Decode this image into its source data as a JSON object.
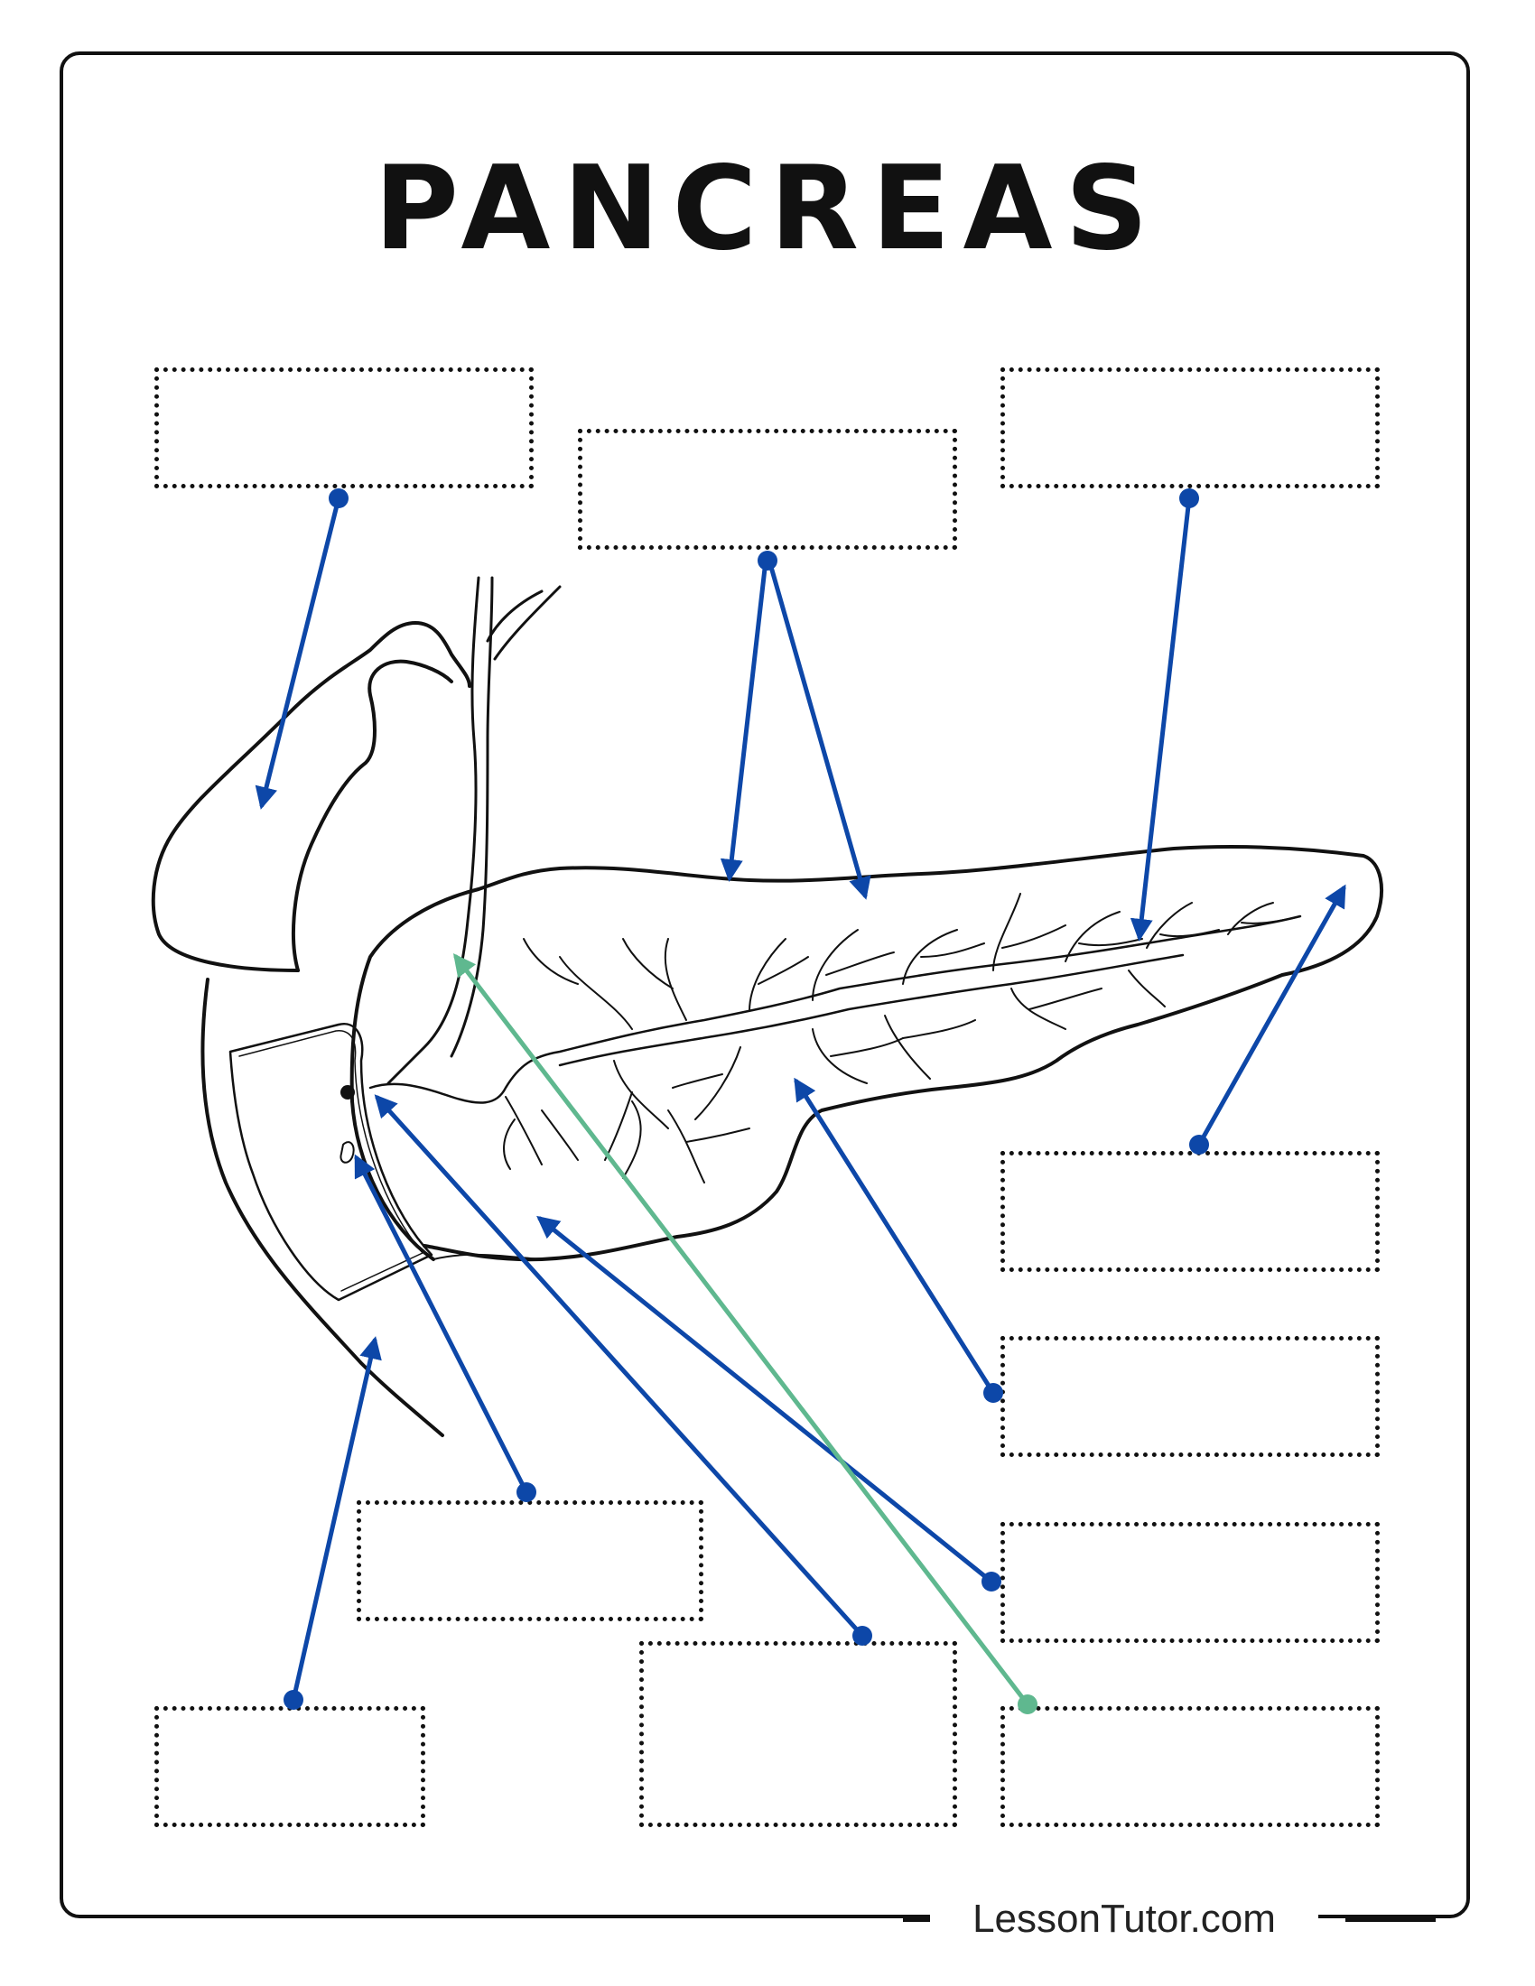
{
  "worksheet": {
    "title": "PANCREAS",
    "footer": "LessonTutor.com",
    "label_boxes": [
      {
        "id": "box-1"
      },
      {
        "id": "box-2"
      },
      {
        "id": "box-3"
      },
      {
        "id": "box-4"
      },
      {
        "id": "box-5"
      },
      {
        "id": "box-6"
      },
      {
        "id": "box-7"
      },
      {
        "id": "box-8"
      },
      {
        "id": "box-9"
      },
      {
        "id": "box-10"
      },
      {
        "id": "box-11"
      }
    ]
  },
  "colors": {
    "ink": "#111111",
    "arrow_blue": "#0d47a8",
    "arrow_green": "#5fb88f"
  },
  "icons": [
    "pointer-dot-icon",
    "arrowhead-icon"
  ]
}
